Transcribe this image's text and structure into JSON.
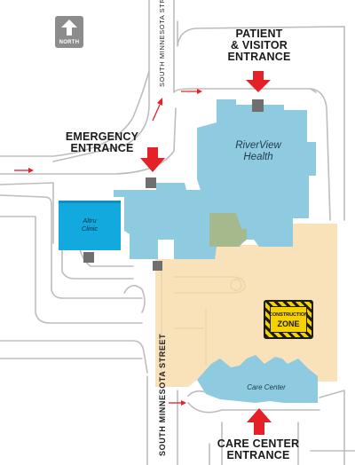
{
  "compass": {
    "label": "NORTH",
    "icon": "north-arrow-icon"
  },
  "streets": {
    "north_street": "SOUTH MINNESOTA STREET",
    "south_street": "SOUTH MINNESOTA STREET"
  },
  "entrances": {
    "patient_visitor": {
      "line1": "PATIENT",
      "line2": "& VISITOR",
      "line3": "ENTRANCE"
    },
    "emergency": {
      "line1": "EMERGENCY",
      "line2": "ENTRANCE"
    },
    "care_center": {
      "line1": "CARE CENTER",
      "line2": "ENTRANCE"
    }
  },
  "buildings": {
    "main": {
      "line1": "RiverView",
      "line2": "Health"
    },
    "altru": {
      "line1": "Altru",
      "line2": "Clinic"
    },
    "care_center": "Care Center"
  },
  "construction": {
    "line1": "CONSTRUCTION",
    "line2": "ZONE"
  },
  "colors": {
    "building": "#8ecbe0",
    "altru": "#12a9df",
    "construction": "#f9e1b9",
    "roads": "#bfbfbf",
    "entrance_arrow": "#e32127",
    "door": "#6f6f6f",
    "green_patch": "#a5b98c"
  },
  "icons": [
    "north-arrow-icon",
    "entrance-arrow-icon",
    "traffic-arrow-icon",
    "construction-sign-icon"
  ]
}
